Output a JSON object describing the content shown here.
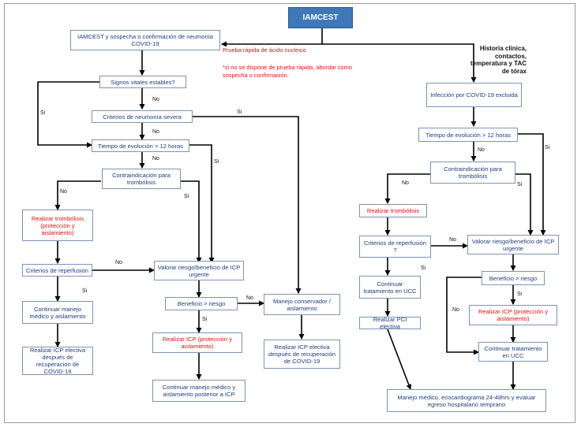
{
  "title": "IAMCEST",
  "notes": {
    "prueba_rapida": "Prueba rápida de ácido nucleico",
    "no_dispone": "*si no se dispone de prueba rápida, abordar como sospecha o confirmación.",
    "historia": "Historia clínica, contactos, temperatura y TAC de tórax"
  },
  "left": {
    "sospecha": "IAMCEST y sospecha o confirmación de neumonía COVID-19",
    "signos": "Signos vitales estables?",
    "criterios_neumonia": "Criterios de neumonía severa",
    "tiempo": "Tiempo de evolución > 12 horas",
    "contraindicacion": "Contraindicación para trombólisis",
    "trombolisis": "Realizar trombólisis (protección y aislamiento)",
    "reperfusion": "Criterios de reperfusión",
    "continuar": "Continuar manejo médico y aislamiento",
    "icp_electiva": "Realizar ICP electiva después de recuperación de COVID-19",
    "valorar": "Valorar riesgo/beneficio de ICP urgente",
    "beneficio": "Beneficio > riesgo",
    "realizar_icp": "Realizar ICP (protección y aislamiento)",
    "continuar_post": "Continuar manejo médico y aislamiento posterior a ICP",
    "conservador": "Manejo conservador / aislamiento",
    "icp_electiva_2": "Realizar ICP electiva después de recuperación de COVID-19"
  },
  "right": {
    "excluida": "Infección por COVID-19 excluida",
    "tiempo": "Tiempo de evolución > 12 horas",
    "contraindicacion": "Contraindicación para trombólisis",
    "trombolisis": "Realizar trombólisis",
    "reperfusion": "Criterios de reperfusión ?",
    "valorar": "Valorar riesgo/beneficio de ICP urgente",
    "continuar_ucc": "Continuar tratamiento en UCC",
    "beneficio": "Beneficio > riesgo",
    "pci_electiva": "Realizar PCI electiva",
    "realizar_icp": "Realizar ICP (protección y aislamiento)",
    "continuar_ucc_2": "Continuar tratamiento en UCC",
    "manejo": "Manejo médico, ecocardiograma 24-48hrs y evaluar egreso hospitalario temprano"
  },
  "labels": {
    "yes": "Si",
    "no": "No"
  },
  "colors": {
    "title_bg": "#3f78b8",
    "box_text": "#1f3d7a",
    "red": "#e01010",
    "box_border": "#7e93b5"
  }
}
